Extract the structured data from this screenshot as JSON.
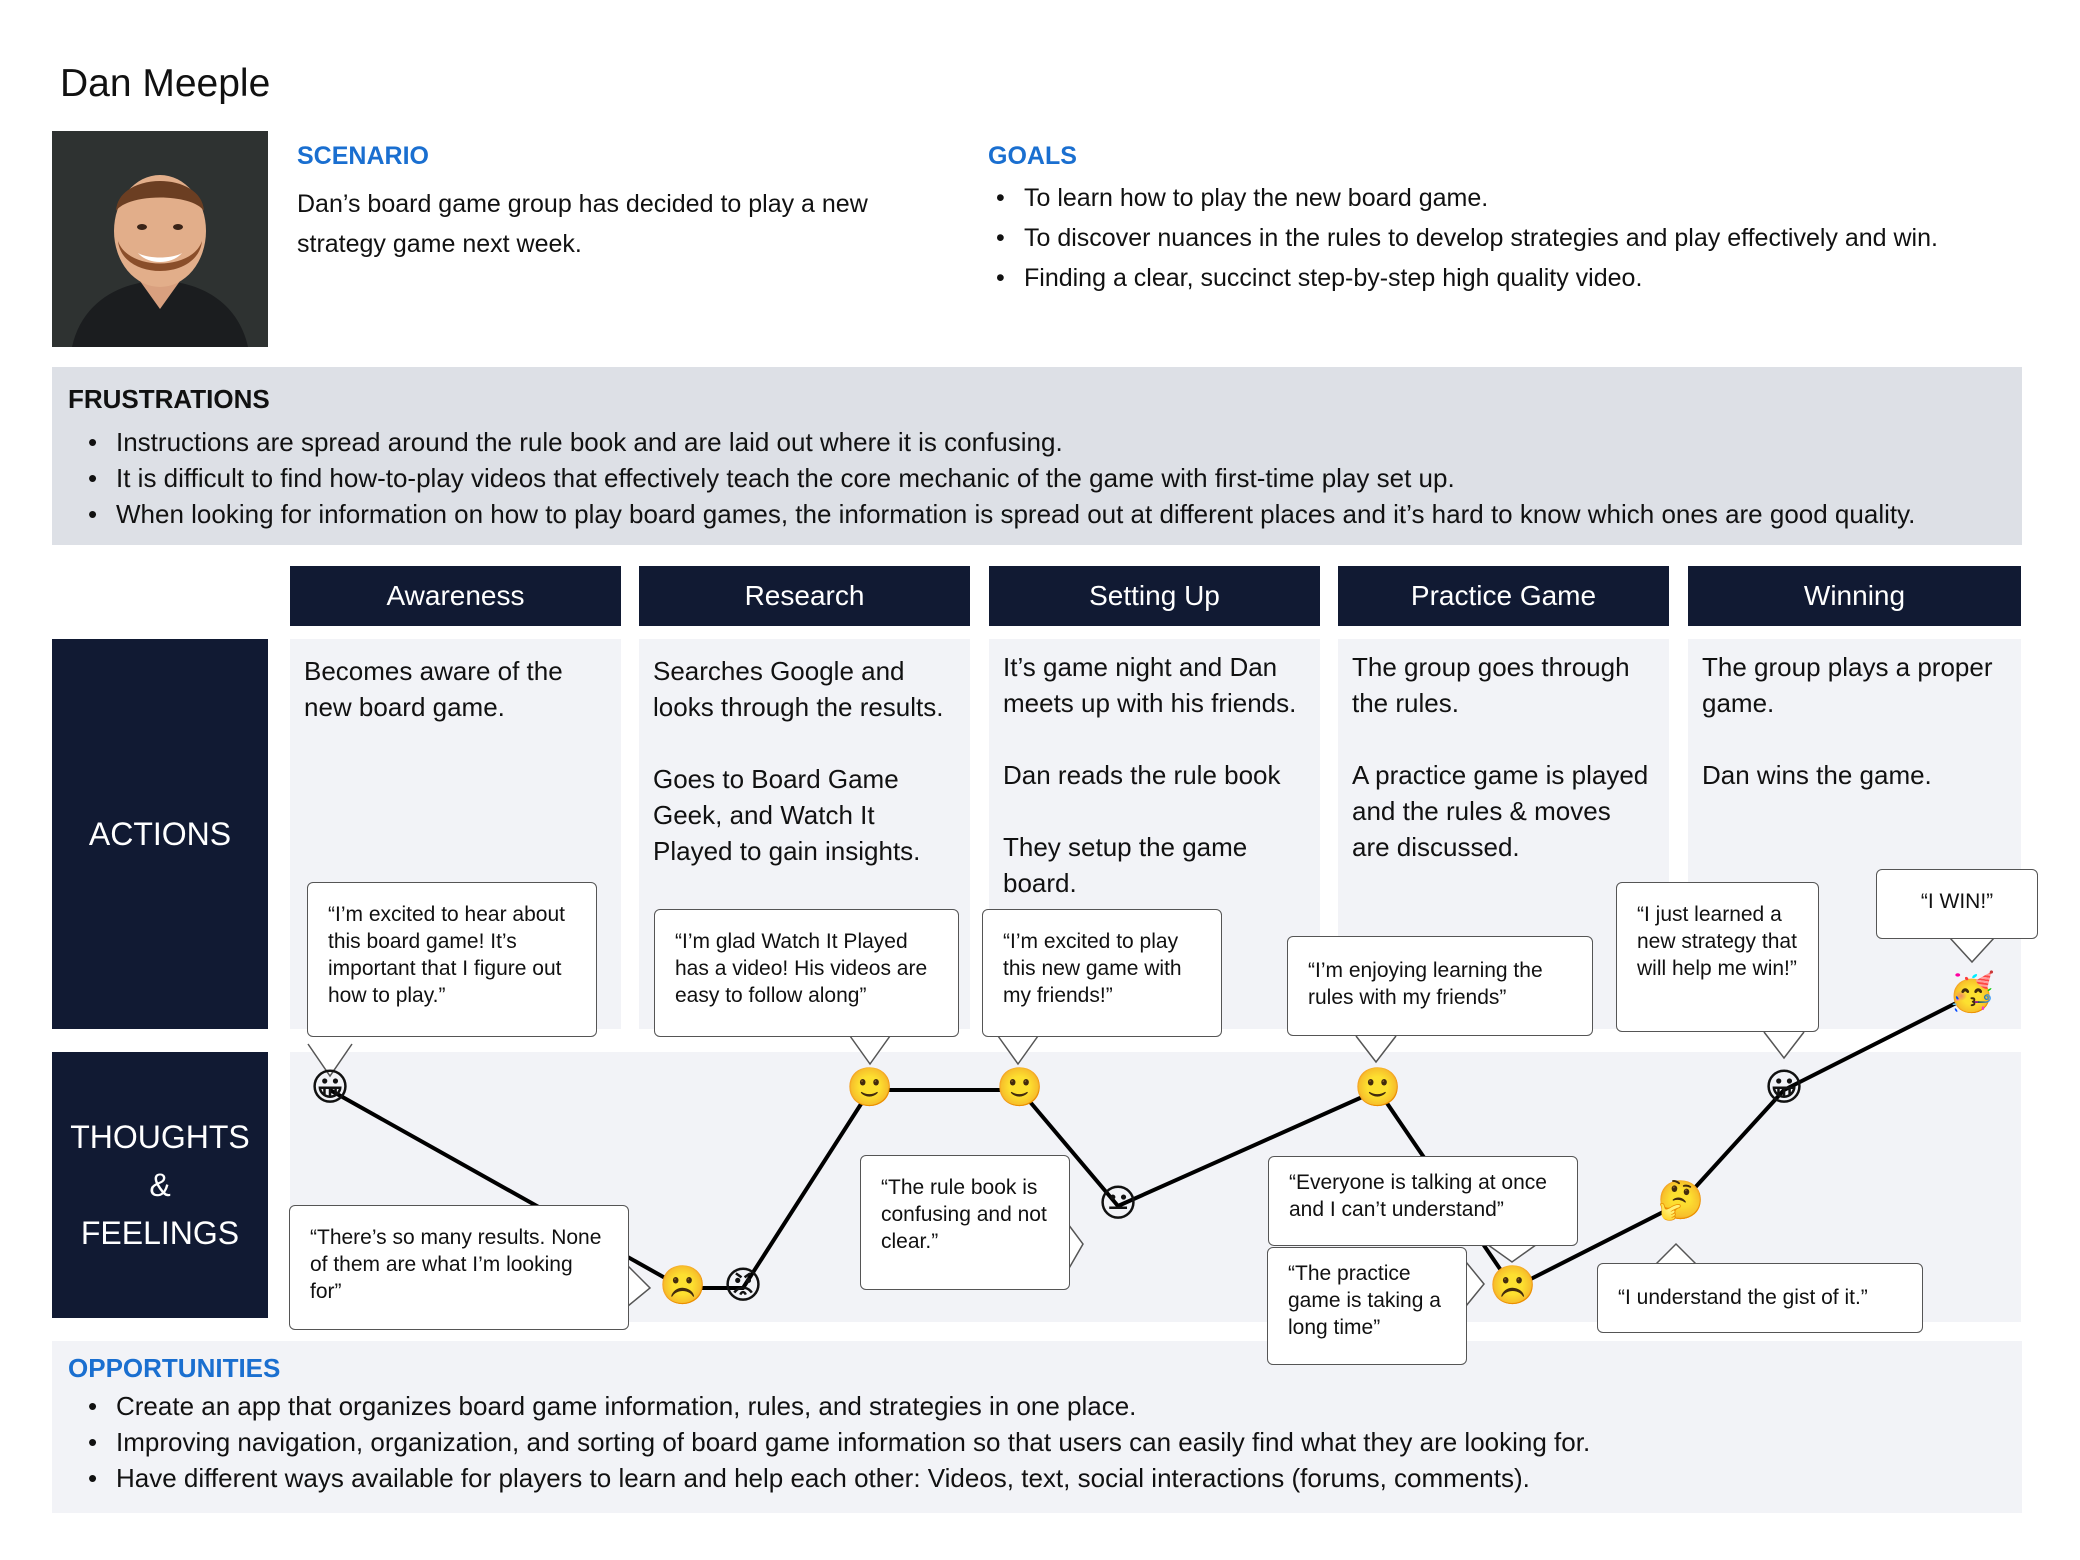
{
  "persona": {
    "name": "Dan Meeple",
    "photo_alt": "persona-photo"
  },
  "scenario": {
    "heading": "SCENARIO",
    "text": "Dan’s board game group has decided to play a new strategy game next week."
  },
  "goals": {
    "heading": "GOALS",
    "items": [
      "To learn how to play the new board game.",
      "To discover nuances in the rules to develop strategies and play effectively and win.",
      "Finding a clear, succinct step-by-step high quality video."
    ]
  },
  "frustrations": {
    "heading": "FRUSTRATIONS",
    "items": [
      "Instructions are spread around the rule book and are laid out where it is confusing.",
      "It is difficult to find how-to-play videos that effectively teach the core mechanic of the game with first-time play set up.",
      "When looking for information on how to play board games, the information is spread out at different places and it’s hard to know which ones are good quality."
    ]
  },
  "row_labels": {
    "actions": "ACTIONS",
    "thoughts_1": "THOUGHTS",
    "thoughts_2": "&",
    "thoughts_3": "FEELINGS"
  },
  "stages": [
    {
      "name": "Awareness",
      "actions": [
        "Becomes aware of the new board game."
      ]
    },
    {
      "name": "Research",
      "actions": [
        "Searches Google and looks through the results.",
        "Goes to Board Game Geek, and Watch It Played to gain insights."
      ]
    },
    {
      "name": "Setting Up",
      "actions": [
        "It’s game night and Dan meets up with his friends.",
        "Dan reads the rule book",
        "They setup the game board."
      ]
    },
    {
      "name": "Practice Game",
      "actions": [
        "The group goes through the rules.",
        "A practice game is played and the rules & moves are discussed."
      ]
    },
    {
      "name": "Winning",
      "actions": [
        "The group plays a proper game.",
        "Dan wins the game."
      ]
    }
  ],
  "quotes": {
    "q1": "“I’m excited to hear about this board game! It’s important that I figure out how to play.”",
    "q2": "“There’s so many results. None of them are what I’m looking for”",
    "q3": "“I’m glad Watch It Played has a video! His videos are easy to follow along”",
    "q4": "“The rule book is confusing and not clear.”",
    "q5": "“I’m excited to play this new game with my friends!”",
    "q6": "“I’m enjoying learning the rules with my friends”",
    "q7": "“Everyone is talking at once and I can’t understand”",
    "q8": "“The practice game is taking a long time”",
    "q9": "“I just learned a new strategy that will help me win!”",
    "q10": "“I understand the gist of it.”",
    "q11": "“I WIN!”"
  },
  "emotion_points": [
    {
      "emoji": "😀",
      "name": "grinning-face-icon"
    },
    {
      "emoji": "☹️",
      "name": "frowning-face-icon"
    },
    {
      "emoji": "😡",
      "name": "angry-face-icon"
    },
    {
      "emoji": "🙂",
      "name": "slightly-smiling-face-icon"
    },
    {
      "emoji": "🙂",
      "name": "slightly-smiling-face-icon"
    },
    {
      "emoji": "😐",
      "name": "neutral-face-icon"
    },
    {
      "emoji": "🙂",
      "name": "slightly-smiling-face-icon"
    },
    {
      "emoji": "☹️",
      "name": "frowning-face-icon"
    },
    {
      "emoji": "🤔",
      "name": "thinking-face-icon"
    },
    {
      "emoji": "😀",
      "name": "grinning-face-icon"
    },
    {
      "emoji": "🥳",
      "name": "partying-face-icon"
    }
  ],
  "opportunities": {
    "heading": "OPPORTUNITIES",
    "items": [
      "Create an app that organizes board game information, rules, and strategies in one place.",
      "Improving navigation, organization, and sorting of board game information so that users can easily find what they are looking for.",
      "Have different ways available for players to learn and help each other: Videos, text, social interactions (forums, comments)."
    ]
  },
  "colors": {
    "navy": "#111a33",
    "accent_blue": "#1a6fd0",
    "gray_band": "#dde0e6",
    "panel": "#f2f3f7"
  }
}
